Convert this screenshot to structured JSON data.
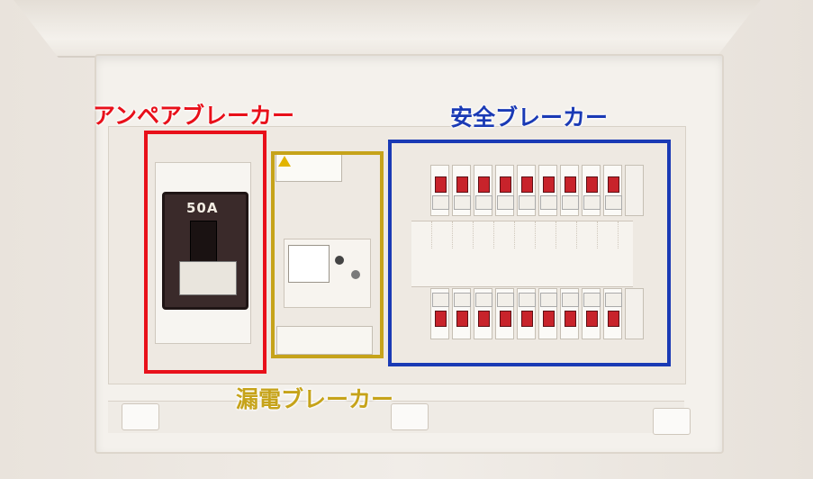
{
  "labels": {
    "ampere_breaker": "アンペアブレーカー",
    "safety_breaker": "安全ブレーカー",
    "earth_leakage_breaker": "漏電ブレーカー"
  },
  "main_breaker": {
    "rating": "50A"
  },
  "colors": {
    "ampere_breaker": "#e8101a",
    "safety_breaker": "#1a3ab5",
    "earth_leakage_breaker": "#c6a31a"
  }
}
